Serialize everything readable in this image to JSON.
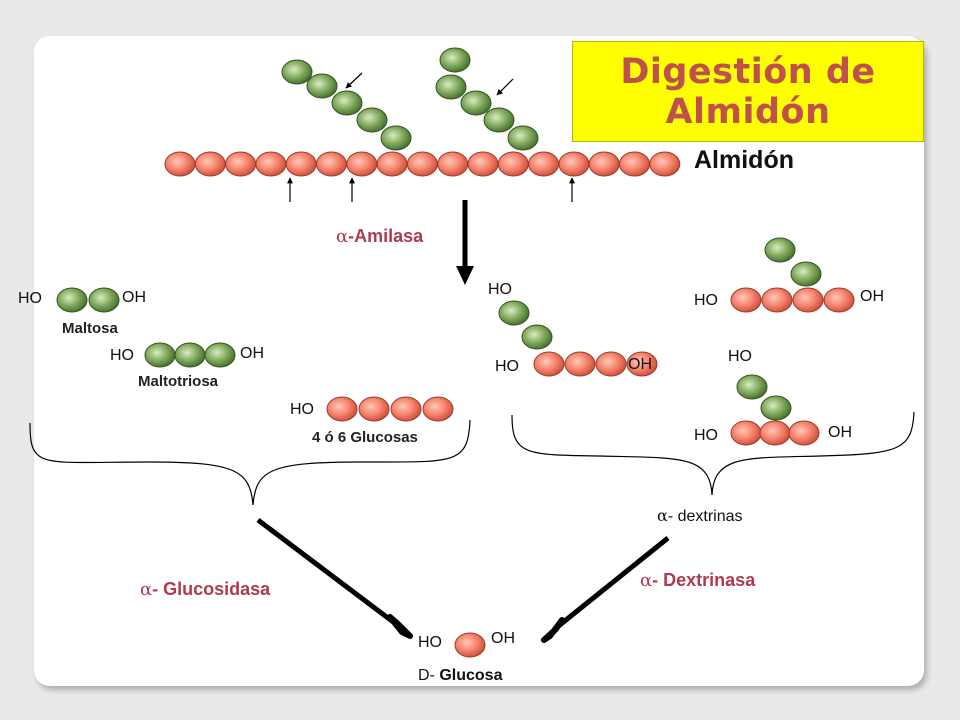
{
  "title": {
    "line1": "Digestión de",
    "line2": "Almidón"
  },
  "starch_label": "Almidón",
  "enzymes": {
    "amilasa": {
      "alpha": "α",
      "text": "-Amilasa"
    },
    "glucosidasa": {
      "alpha": "α",
      "text": "- Glucosidasa"
    },
    "dextrinasa": {
      "alpha": "α",
      "text": "- Dextrinasa"
    }
  },
  "products": {
    "maltosa": "Maltosa",
    "maltotriosa": "Maltotriosa",
    "glucosas": "4 ó 6 Glucosas",
    "dextrinas": {
      "alpha": "α",
      "text": "- dextrinas"
    },
    "glucosa": {
      "prefix": "D- ",
      "text": "Glucosa"
    }
  },
  "end_groups": {
    "ho": "HO",
    "oh": "OH"
  },
  "colors": {
    "chain_unit": "#f4806a",
    "branch_unit": "#7fa65a",
    "enzyme_text": "#b03a4e",
    "title_bg": "#ffff00",
    "title_text": "#c0504d"
  }
}
